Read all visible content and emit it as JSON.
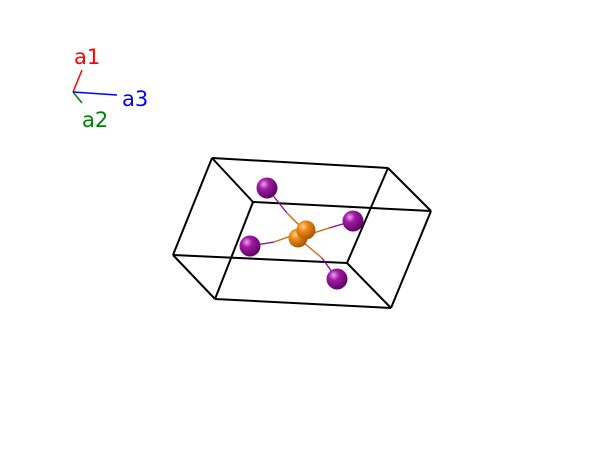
{
  "axes": {
    "a1": {
      "label": "a1",
      "color": "#ff0000"
    },
    "a2": {
      "label": "a2",
      "color": "#008000"
    },
    "a3": {
      "label": "a3",
      "color": "#0000ff"
    }
  },
  "cell_edge_color": "#000000",
  "atom_colors": {
    "purple": "#8b0a8f",
    "orange": "#e07a0a"
  },
  "bond_colors": {
    "purple": "#8b0a8f",
    "orange": "#c8650a"
  }
}
